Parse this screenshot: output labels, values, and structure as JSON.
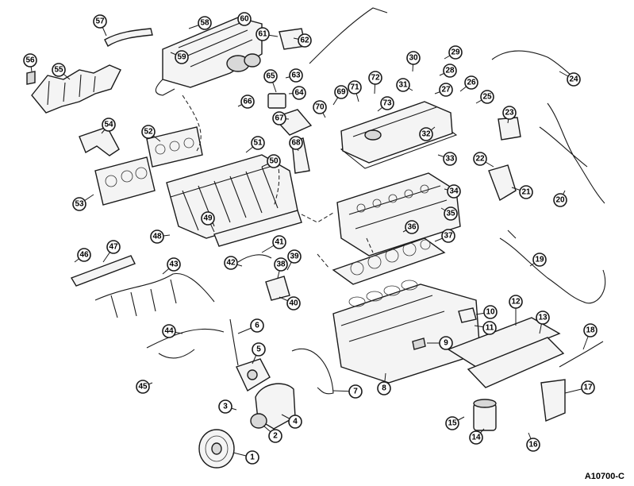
{
  "figure": {
    "reference_code": "A10700-C"
  },
  "callouts": [
    {
      "label": "1"
    },
    {
      "label": "2"
    },
    {
      "label": "3"
    },
    {
      "label": "4"
    },
    {
      "label": "5"
    },
    {
      "label": "6"
    },
    {
      "label": "7"
    },
    {
      "label": "8"
    },
    {
      "label": "9"
    },
    {
      "label": "10"
    },
    {
      "label": "11"
    },
    {
      "label": "12"
    },
    {
      "label": "13"
    },
    {
      "label": "14"
    },
    {
      "label": "15"
    },
    {
      "label": "16"
    },
    {
      "label": "17"
    },
    {
      "label": "18"
    },
    {
      "label": "19"
    },
    {
      "label": "20"
    },
    {
      "label": "21"
    },
    {
      "label": "22"
    },
    {
      "label": "23"
    },
    {
      "label": "24"
    },
    {
      "label": "25"
    },
    {
      "label": "26"
    },
    {
      "label": "27"
    },
    {
      "label": "28"
    },
    {
      "label": "29"
    },
    {
      "label": "30"
    },
    {
      "label": "31"
    },
    {
      "label": "32"
    },
    {
      "label": "33"
    },
    {
      "label": "34"
    },
    {
      "label": "35"
    },
    {
      "label": "36"
    },
    {
      "label": "37"
    },
    {
      "label": "38"
    },
    {
      "label": "39"
    },
    {
      "label": "40"
    },
    {
      "label": "41"
    },
    {
      "label": "42"
    },
    {
      "label": "43"
    },
    {
      "label": "44"
    },
    {
      "label": "45"
    },
    {
      "label": "46"
    },
    {
      "label": "47"
    },
    {
      "label": "48"
    },
    {
      "label": "49"
    },
    {
      "label": "50"
    },
    {
      "label": "51"
    },
    {
      "label": "52"
    },
    {
      "label": "53"
    },
    {
      "label": "54"
    },
    {
      "label": "55"
    },
    {
      "label": "56"
    },
    {
      "label": "57"
    },
    {
      "label": "58"
    },
    {
      "label": "59"
    },
    {
      "label": "60"
    },
    {
      "label": "61"
    },
    {
      "label": "62"
    },
    {
      "label": "63"
    },
    {
      "label": "64"
    },
    {
      "label": "65"
    },
    {
      "label": "66"
    },
    {
      "label": "67"
    },
    {
      "label": "68"
    },
    {
      "label": "69"
    },
    {
      "label": "70"
    },
    {
      "label": "71"
    },
    {
      "label": "72"
    },
    {
      "label": "73"
    }
  ]
}
